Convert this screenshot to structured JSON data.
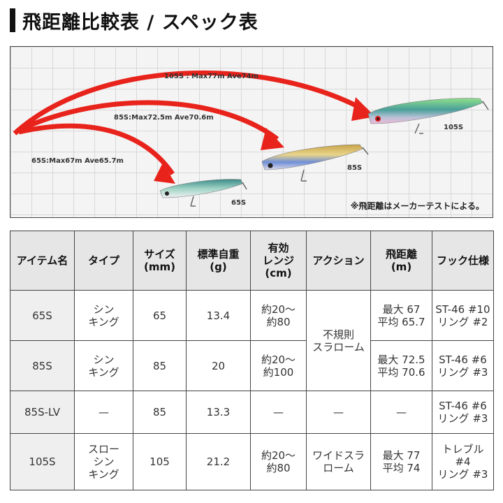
{
  "title": "飛距離比較表 / スペック表",
  "diagram": {
    "arcs": [
      {
        "label": "105S : Max77m Ave74m",
        "lure": "105S"
      },
      {
        "label": "85S:Max72.5m Ave70.6m",
        "lure": "85S"
      },
      {
        "label": "65S:Max67m Ave65.7m",
        "lure": "65S"
      }
    ],
    "arrow_color": "#e8231b",
    "note": "※飛距離はメーカーテストによる。"
  },
  "table": {
    "headers": [
      [
        "アイテム名"
      ],
      [
        "タイプ"
      ],
      [
        "サイズ",
        "(mm)"
      ],
      [
        "標準自重",
        "(g)"
      ],
      [
        "有効",
        "レンジ",
        "(cm)"
      ],
      [
        "アクション"
      ],
      [
        "飛距離",
        "(m)"
      ],
      [
        "フック仕様"
      ]
    ],
    "rows": [
      {
        "name": "65S",
        "type": [
          "シン",
          "キング"
        ],
        "size": "65",
        "weight": "13.4",
        "range": [
          "約20〜",
          "約80"
        ],
        "distance": [
          "最大 67",
          "平均 65.7"
        ],
        "hook": [
          "ST-46 #10",
          "リング #2"
        ]
      },
      {
        "name": "85S",
        "type": [
          "シン",
          "キング"
        ],
        "size": "85",
        "weight": "20",
        "range": [
          "約20〜",
          "約100"
        ],
        "distance": [
          "最大 72.5",
          "平均 70.6"
        ],
        "hook": [
          "ST-46 #6",
          "リング #3"
        ]
      },
      {
        "name": "85S-LV",
        "type": [
          "—"
        ],
        "size": "85",
        "weight": "13.3",
        "range": [
          "—"
        ],
        "action": [
          "—"
        ],
        "distance": [
          "—"
        ],
        "hook": [
          "ST-46 #6",
          "リング #3"
        ]
      },
      {
        "name": "105S",
        "type": [
          "スロー",
          "シン",
          "キング"
        ],
        "size": "105",
        "weight": "21.2",
        "range": [
          "約20〜",
          "約80"
        ],
        "action": [
          "ワイドスラ",
          "ローム"
        ],
        "distance": [
          "最大 77",
          "平均 74"
        ],
        "hook": [
          "トレブル #4",
          "リング #3"
        ]
      }
    ],
    "shared_action": [
      "不規則",
      "スラローム"
    ]
  }
}
